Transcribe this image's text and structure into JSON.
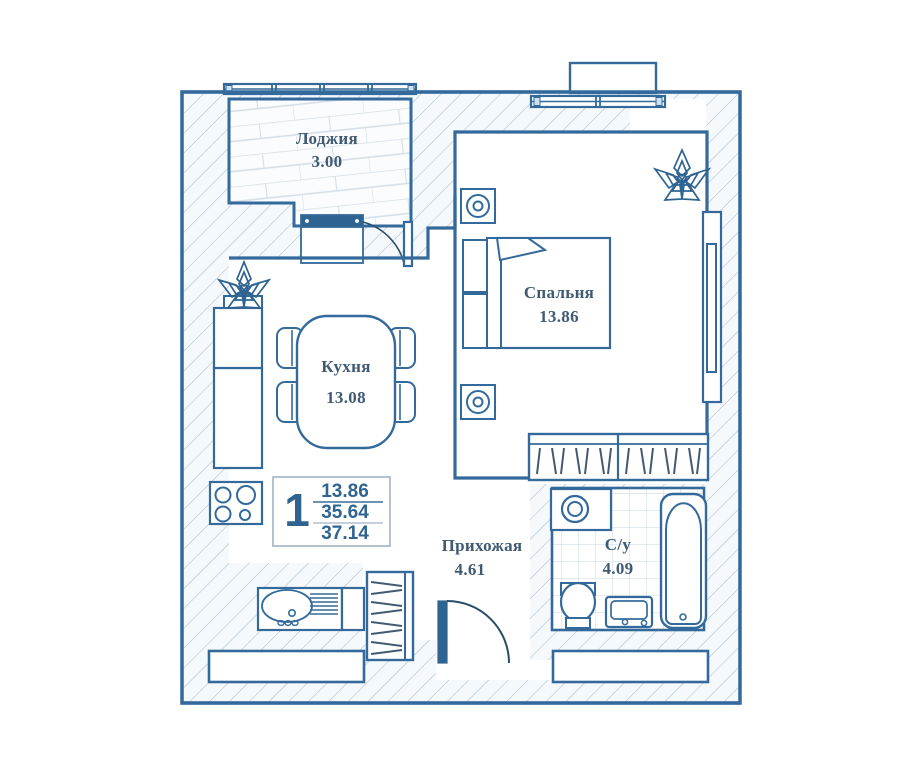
{
  "plan": {
    "type": "apartment-floor-plan",
    "rooms_count_badge": "1",
    "colors": {
      "wall_stroke": "#336a9b",
      "wall_fill": "#f5f8fb",
      "hatch": "#9fb6c9",
      "furniture_stroke": "#2f6491",
      "text": "#3f5a72",
      "accent": "#2f6491",
      "background": "#ffffff"
    },
    "rooms": [
      {
        "id": "loggia",
        "name": "Лоджия",
        "area": "3.00"
      },
      {
        "id": "bedroom",
        "name": "Спальня",
        "area": "13.86"
      },
      {
        "id": "kitchen",
        "name": "Кухня",
        "area": "13.08"
      },
      {
        "id": "hallway",
        "name": "Прихожая",
        "area": "4.61"
      },
      {
        "id": "bathroom",
        "name": "С/у",
        "area": "4.09"
      }
    ],
    "summary_box": {
      "rooms": "1",
      "living_area": "13.86",
      "area_without_loggia": "35.64",
      "total_area": "37.14"
    },
    "fixtures": [
      {
        "id": "kitchen-stove",
        "label": "stove-icon"
      },
      {
        "id": "kitchen-sink",
        "label": "sink-icon"
      },
      {
        "id": "kitchen-counter",
        "label": "counter-icon"
      },
      {
        "id": "kitchen-table",
        "label": "dining-table-icon"
      },
      {
        "id": "kitchen-plant",
        "label": "plant-icon"
      },
      {
        "id": "bedroom-bed",
        "label": "bed-icon"
      },
      {
        "id": "bedroom-plant",
        "label": "plant-icon"
      },
      {
        "id": "bedroom-radiator",
        "label": "radiator-icon"
      },
      {
        "id": "bedroom-speaker-top",
        "label": "speaker-icon"
      },
      {
        "id": "bedroom-speaker-bot",
        "label": "speaker-icon"
      },
      {
        "id": "wardrobe",
        "label": "wardrobe-icon"
      },
      {
        "id": "bath-washer",
        "label": "washing-machine-icon"
      },
      {
        "id": "bath-toilet",
        "label": "toilet-icon"
      },
      {
        "id": "bath-basin",
        "label": "washbasin-icon"
      },
      {
        "id": "bath-tub",
        "label": "bathtub-icon"
      },
      {
        "id": "hall-closet",
        "label": "closet-icon"
      },
      {
        "id": "entry-door",
        "label": "door-swing-icon"
      },
      {
        "id": "loggia-door",
        "label": "door-swing-icon"
      }
    ]
  }
}
